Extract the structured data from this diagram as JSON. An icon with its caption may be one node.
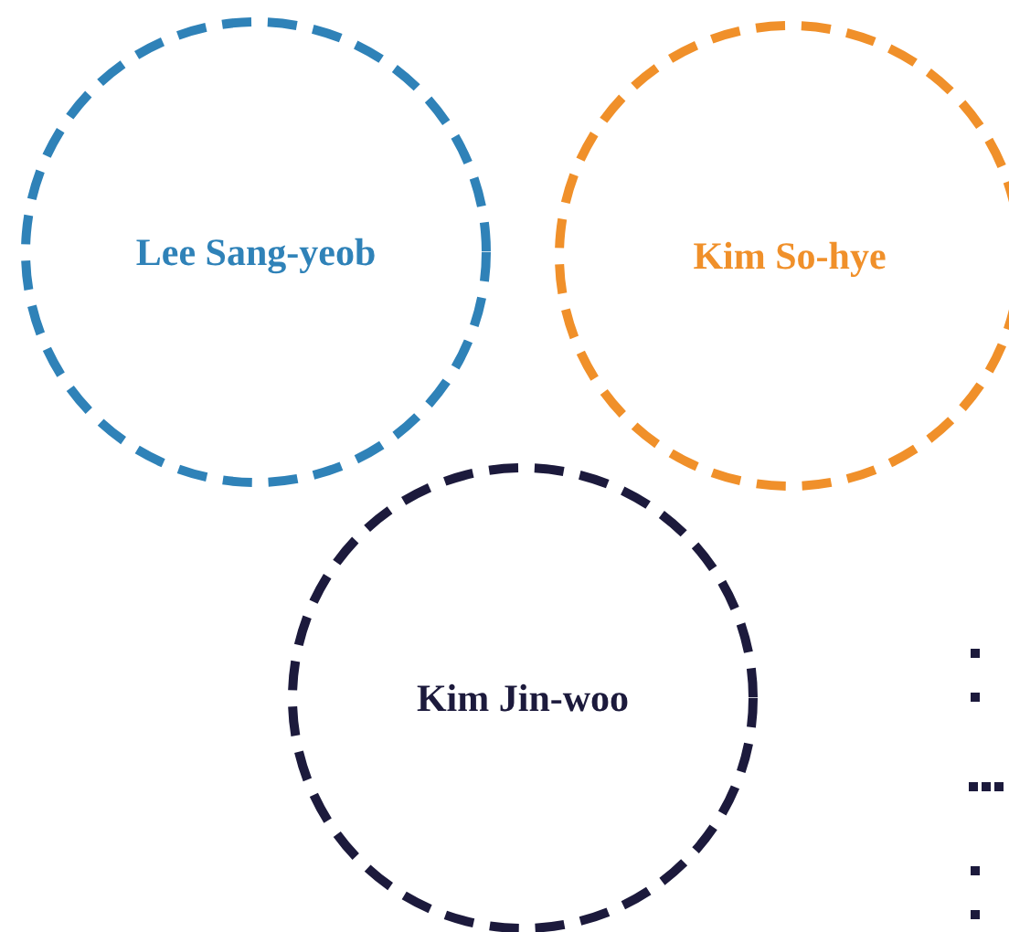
{
  "diagram": {
    "nodes": [
      {
        "text": [
          "Lee Sang-yeob"
        ]
      },
      {
        "text": [
          "Kim So-hye"
        ]
      },
      {
        "text": [
          "Kim Jin-woo"
        ]
      }
    ]
  }
}
